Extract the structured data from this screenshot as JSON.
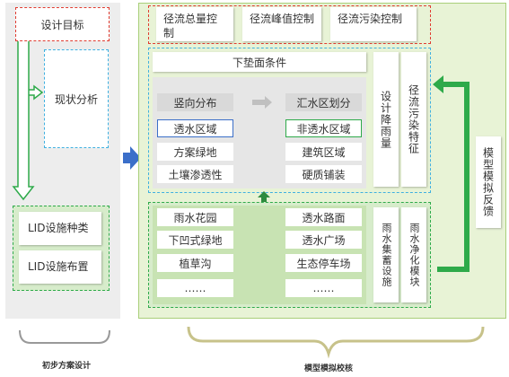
{
  "left": {
    "design_goal": "设计目标",
    "status_analysis": "现状分析",
    "lid_items": [
      "LID设施种类",
      "LID设施布置"
    ],
    "caption": "初步方案设计"
  },
  "right": {
    "top_goals": [
      "径流总量控制",
      "径流峰值控制",
      "径流污染控制"
    ],
    "underlying_title": "下垫面条件",
    "grid_left": [
      "竖向分布",
      "透水区域",
      "方案绿地",
      "土壤渗透性"
    ],
    "grid_right": [
      "汇水区划分",
      "非透水区域",
      "建筑区域",
      "硬质铺装"
    ],
    "vertical_boxes": [
      "设计降雨量",
      "径流污染特征"
    ],
    "feedback": "模型模拟反馈",
    "lid_left": [
      "雨水花园",
      "下凹式绿地",
      "植草沟",
      "……"
    ],
    "lid_right": [
      "透水路面",
      "透水广场",
      "生态停车场",
      "……"
    ],
    "lid_vertical": [
      "雨水集蓄设施",
      "雨水净化模块"
    ],
    "caption": "模型模拟校核"
  },
  "colors": {
    "red_dash": "#e03c31",
    "blue_dash": "#3fb0e0",
    "green": "#2eaa4a",
    "light_green_bg": "#e8f3d6",
    "grey_panel": "#eeeeee",
    "arrow_blue": "#3b6fc9"
  }
}
